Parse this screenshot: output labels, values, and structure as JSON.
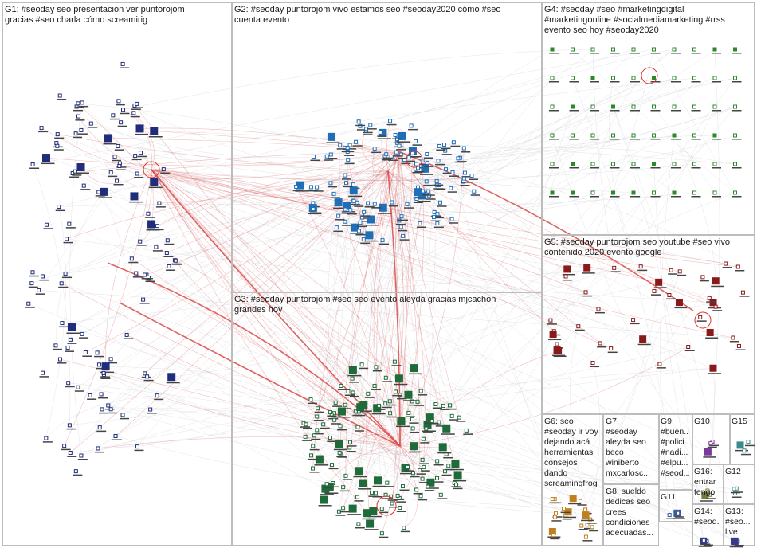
{
  "groups": [
    {
      "id": "G1",
      "label": "G1: #seoday seo presentación ver puntorojom\ngracias #seo charla cómo screamirig",
      "color": "#1f2d7a"
    },
    {
      "id": "G2",
      "label": "G2: #seoday puntorojom vivo estamos seo #seoday2020 cómo #seo\ncuenta evento",
      "color": "#1f6fb8"
    },
    {
      "id": "G3",
      "label": "G3: #seoday puntorojom #seo seo evento aleyda gracias mjcachon\ngrandes hoy",
      "color": "#1f6b3a"
    },
    {
      "id": "G4",
      "label": "G4: #seoday #seo #marketingdigital\n#marketingonline #socialmediamarketing #rrss\nevento seo hoy #seoday2020",
      "color": "#2a8a2a"
    },
    {
      "id": "G5",
      "label": "G5: #seoday puntorojom seo youtube #seo vivo\ncontenido 2020 evento google",
      "color": "#8a1a1a"
    },
    {
      "id": "G6",
      "label": "G6: seo\n#seoday ir voy\ndejando acá\nherramientas\nconsejos\ndando\nscreamingfrog",
      "color": "#c08020"
    },
    {
      "id": "G7",
      "label": "G7:\n#seoday\naleyda seo\nbeco\nwiniberto\nmxcarlosc...",
      "color": "#8a7a20"
    },
    {
      "id": "G8",
      "label": "G8: sueldo\ndedicas seo\ncrees\ncondiciones\nadecuadas...",
      "color": "#c09030"
    },
    {
      "id": "G9",
      "label": "G9:\n#buen...\n#polici...\n#nadi...\n#elpu...\n#seod...",
      "color": "#7a3a9a"
    },
    {
      "id": "G10",
      "label": "G10",
      "color": "#7a3a9a"
    },
    {
      "id": "G11",
      "label": "G11",
      "color": "#3a5a9a"
    },
    {
      "id": "G12",
      "label": "G12",
      "color": "#4a8a8a"
    },
    {
      "id": "G13",
      "label": "G13:\n#seo...\nlive...",
      "color": "#3a3a8a"
    },
    {
      "id": "G14",
      "label": "G14:\n#seod...",
      "color": "#3a3a8a"
    },
    {
      "id": "G15",
      "label": "G15",
      "color": "#3a8a8a"
    },
    {
      "id": "G16",
      "label": "G16:\nentrar\ntengo",
      "color": "#7a7a3a"
    }
  ],
  "edge_color": "#d94a4a",
  "edge_color_light": "#c8c8d0"
}
